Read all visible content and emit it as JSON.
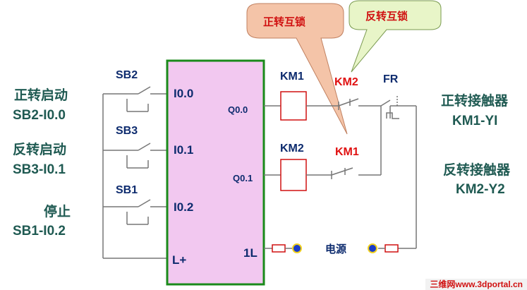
{
  "callouts": {
    "forward_interlock": "正转互锁",
    "reverse_interlock": "反转互锁"
  },
  "left_labels": {
    "forward_start": "正转启动",
    "forward_start_code": "SB2-I0.0",
    "reverse_start": "反转启动",
    "reverse_start_code": "SB3-I0.1",
    "stop": "停止",
    "stop_code": "SB1-I0.2"
  },
  "switches": {
    "sb2": "SB2",
    "sb3": "SB3",
    "sb1": "SB1"
  },
  "plc": {
    "i00": "I0.0",
    "i01": "I0.1",
    "i02": "I0.2",
    "lplus": "L+",
    "q00": "Q0.0",
    "q01": "Q0.1",
    "one_l": "1L"
  },
  "coils": {
    "km1": "KM1",
    "km2": "KM2"
  },
  "contacts": {
    "km2_nc": "KM2",
    "km1_nc": "KM1",
    "fr": "FR"
  },
  "right_labels": {
    "forward_contactor": "正转接触器",
    "forward_contactor_code": "KM1-YI",
    "reverse_contactor": "反转接触器",
    "reverse_contactor_code": "KM2-Y2"
  },
  "power_label": "电源",
  "watermark": "三维网www.3dportal.cn",
  "colors": {
    "plc_fill": "#f2c8f0",
    "plc_border": "#1a8a1a",
    "wire": "#777777",
    "callout_red_fill": "#f4c4a8",
    "callout_green_fill": "#e8f5c8",
    "text_teal": "#1f5a52",
    "text_blue": "#0d2b6e",
    "text_red": "#e01010"
  }
}
